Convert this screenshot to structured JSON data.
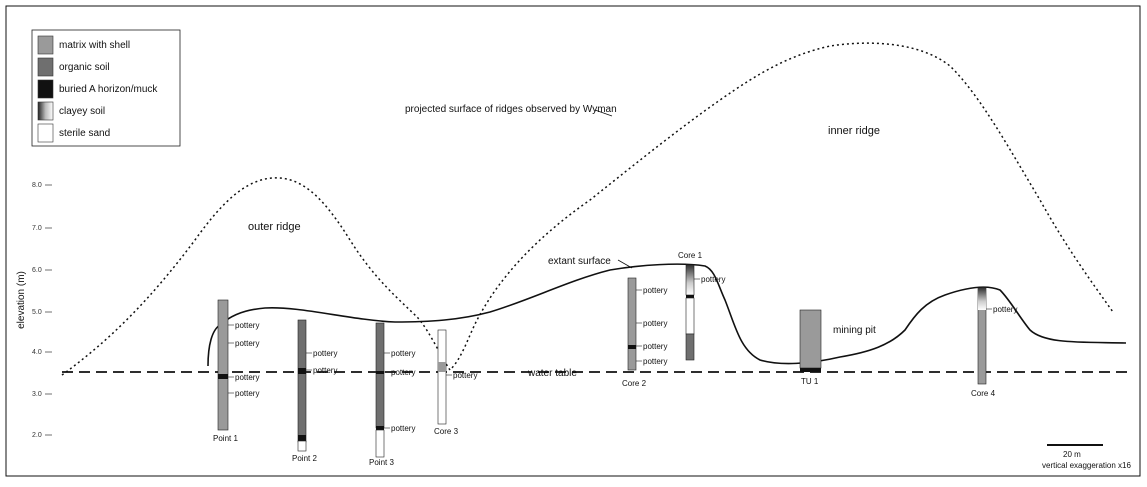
{
  "legend": {
    "items": [
      {
        "label": "matrix with shell",
        "fill": "#9a9a9a"
      },
      {
        "label": "organic soil",
        "fill": "#6f6f6f"
      },
      {
        "label": "buried A horizon/muck",
        "fill": "#111111"
      },
      {
        "label": "clayey soil",
        "fill": "gradient"
      },
      {
        "label": "sterile sand",
        "fill": "#ffffff"
      }
    ]
  },
  "annotations": {
    "projected_surface": "projected surface of ridges observed by Wyman",
    "inner_ridge": "inner ridge",
    "outer_ridge": "outer ridge",
    "extant_surface": "extant surface",
    "water_table": "water table",
    "mining_pit": "mining pit"
  },
  "axis": {
    "ylabel": "elevation (m)",
    "ticks": [
      "8.0",
      "7.0",
      "6.0",
      "5.0",
      "4.0",
      "3.0",
      "2.0"
    ]
  },
  "cores": [
    {
      "label": "Point 1",
      "pottery": [
        "pottery",
        "pottery",
        "pottery",
        "pottery"
      ]
    },
    {
      "label": "Point 2",
      "pottery": [
        "pottery",
        "pottery"
      ]
    },
    {
      "label": "Point 3",
      "pottery": [
        "pottery",
        "pottery",
        "pottery"
      ]
    },
    {
      "label": "Core 3",
      "pottery": [
        "pottery"
      ]
    },
    {
      "label": "Core 2",
      "pottery": [
        "pottery",
        "pottery",
        "pottery",
        "pottery"
      ]
    },
    {
      "label": "Core 1",
      "pottery": [
        "pottery"
      ]
    },
    {
      "label": "TU 1",
      "pottery": []
    },
    {
      "label": "Core 4",
      "pottery": [
        "pottery"
      ]
    }
  ],
  "scale_bar": {
    "label": "20 m",
    "note": "vertical exaggeration x16"
  },
  "colors": {
    "matrix": "#9a9a9a",
    "organic": "#6f6f6f",
    "buried": "#111111",
    "sand": "#ffffff",
    "line": "#111111"
  }
}
